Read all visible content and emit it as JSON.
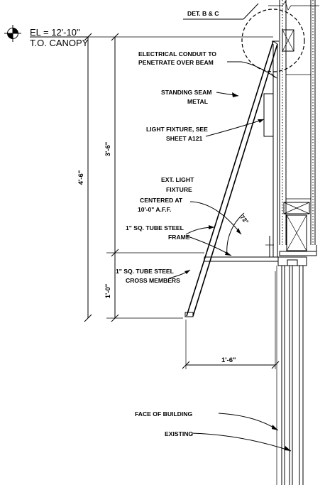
{
  "elevation": {
    "line1": "EL = 12'-10\"",
    "line2": "T.O. CANOPY"
  },
  "detail_callout": "DET. B & C",
  "notes": {
    "conduit": [
      "ELECTRICAL CONDUIT TO",
      "PENETRATE OVER BEAM"
    ],
    "seam": [
      "STANDING SEAM",
      "METAL"
    ],
    "fixture": [
      "LIGHT FIXTURE, SEE",
      "SHEET A121"
    ],
    "ext_light": [
      "EXT. LIGHT",
      "FIXTURE",
      "CENTERED AT",
      "10'-0\" A.F.F."
    ],
    "frame": [
      "1\" SQ. TUBE STEEL",
      "FRAME"
    ],
    "cross": [
      "1\" SQ. TUBE STEEL",
      "CROSS MEMBERS"
    ],
    "face": "FACE OF BUILDING",
    "existing": "EXISTING"
  },
  "dimensions": {
    "overall": "4'-6\"",
    "upper": "3'-6\"",
    "lower": "1'-0\"",
    "projection": "1'-6\""
  },
  "angle": "72°"
}
